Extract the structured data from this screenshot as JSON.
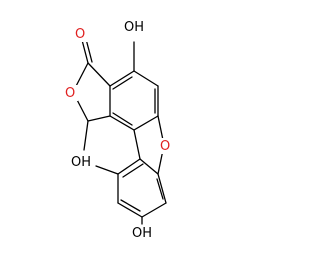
{
  "molecule": {
    "atom_labels": {
      "carbonyl_oxygen": "O",
      "lactone_ring_oxygen": "O",
      "furan_oxygen": "O",
      "hydroxyl_top": "OH",
      "hydroxyl_left": "OH",
      "hydroxyl_bottom": "OH",
      "methyl_label": ""
    },
    "colors": {
      "bond": "#000000",
      "oxygen_label": "#e02020",
      "hydroxyl_label": "#000000",
      "background": "#ffffff"
    }
  }
}
